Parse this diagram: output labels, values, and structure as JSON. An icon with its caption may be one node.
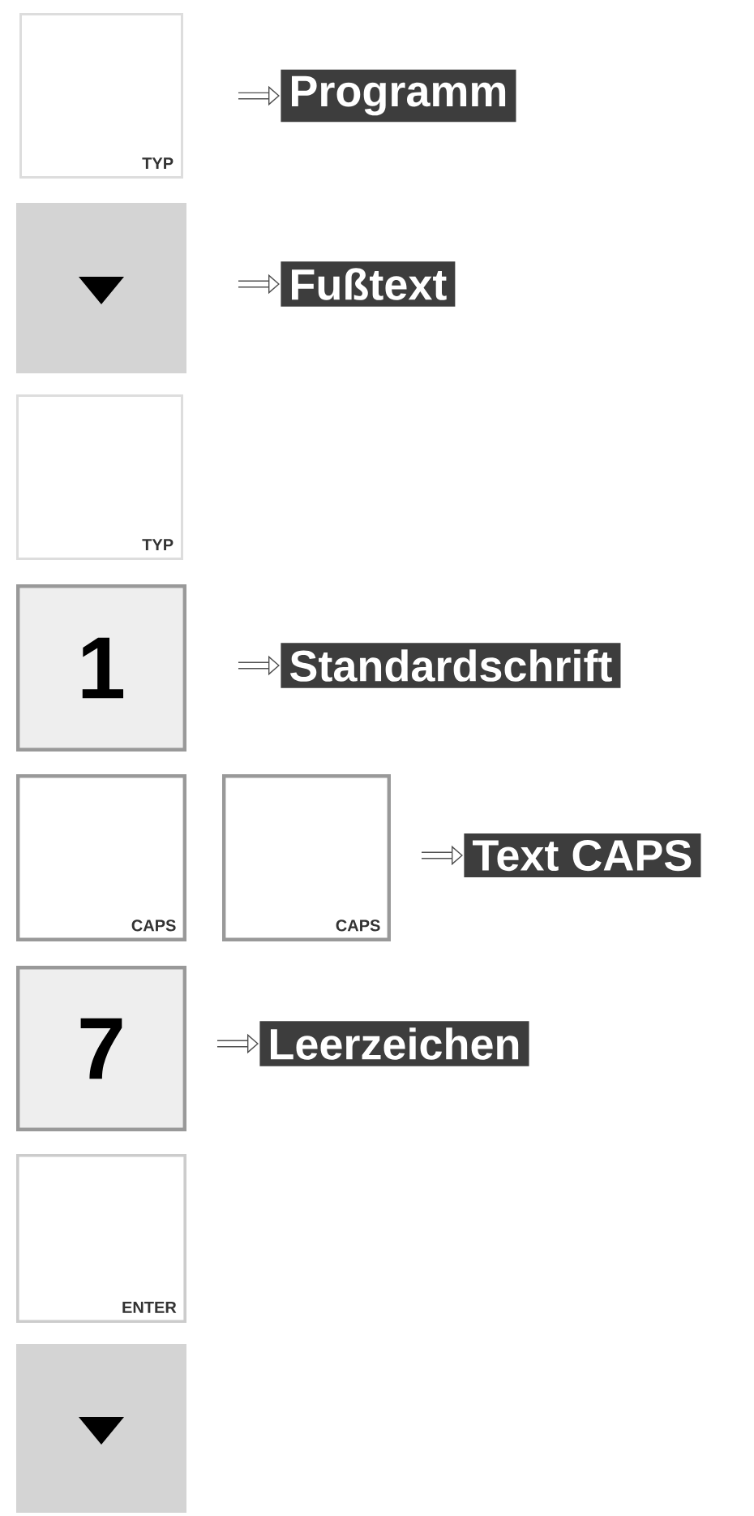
{
  "diagram": {
    "nodes": [
      {
        "text": [
          "TYP"
        ]
      },
      {
        "text": [
          "Programm"
        ]
      },
      {
        "text": [],
        "shape": "box"
      },
      {
        "text": [
          "Fußtext"
        ]
      },
      {
        "text": [
          "TYP"
        ]
      },
      {
        "text": [
          "1"
        ]
      },
      {
        "text": [
          "Standardschrift"
        ]
      },
      {
        "text": [
          "CAPS"
        ]
      },
      {
        "text": [
          "CAPS"
        ]
      },
      {
        "text": [
          "Text CAPS"
        ]
      },
      {
        "text": [
          "7"
        ]
      },
      {
        "text": [
          "Leerzeichen"
        ]
      },
      {
        "text": [
          "ENTER"
        ]
      },
      {
        "text": [],
        "shape": "box"
      }
    ],
    "edges": [
      {
        "from": null,
        "to": 1,
        "arrow": "to"
      },
      {
        "from": null,
        "to": 3,
        "arrow": "to"
      },
      {
        "from": null,
        "to": 6,
        "arrow": "to"
      },
      {
        "from": null,
        "to": 9,
        "arrow": "to"
      },
      {
        "from": null,
        "to": 11,
        "arrow": "to"
      }
    ]
  }
}
